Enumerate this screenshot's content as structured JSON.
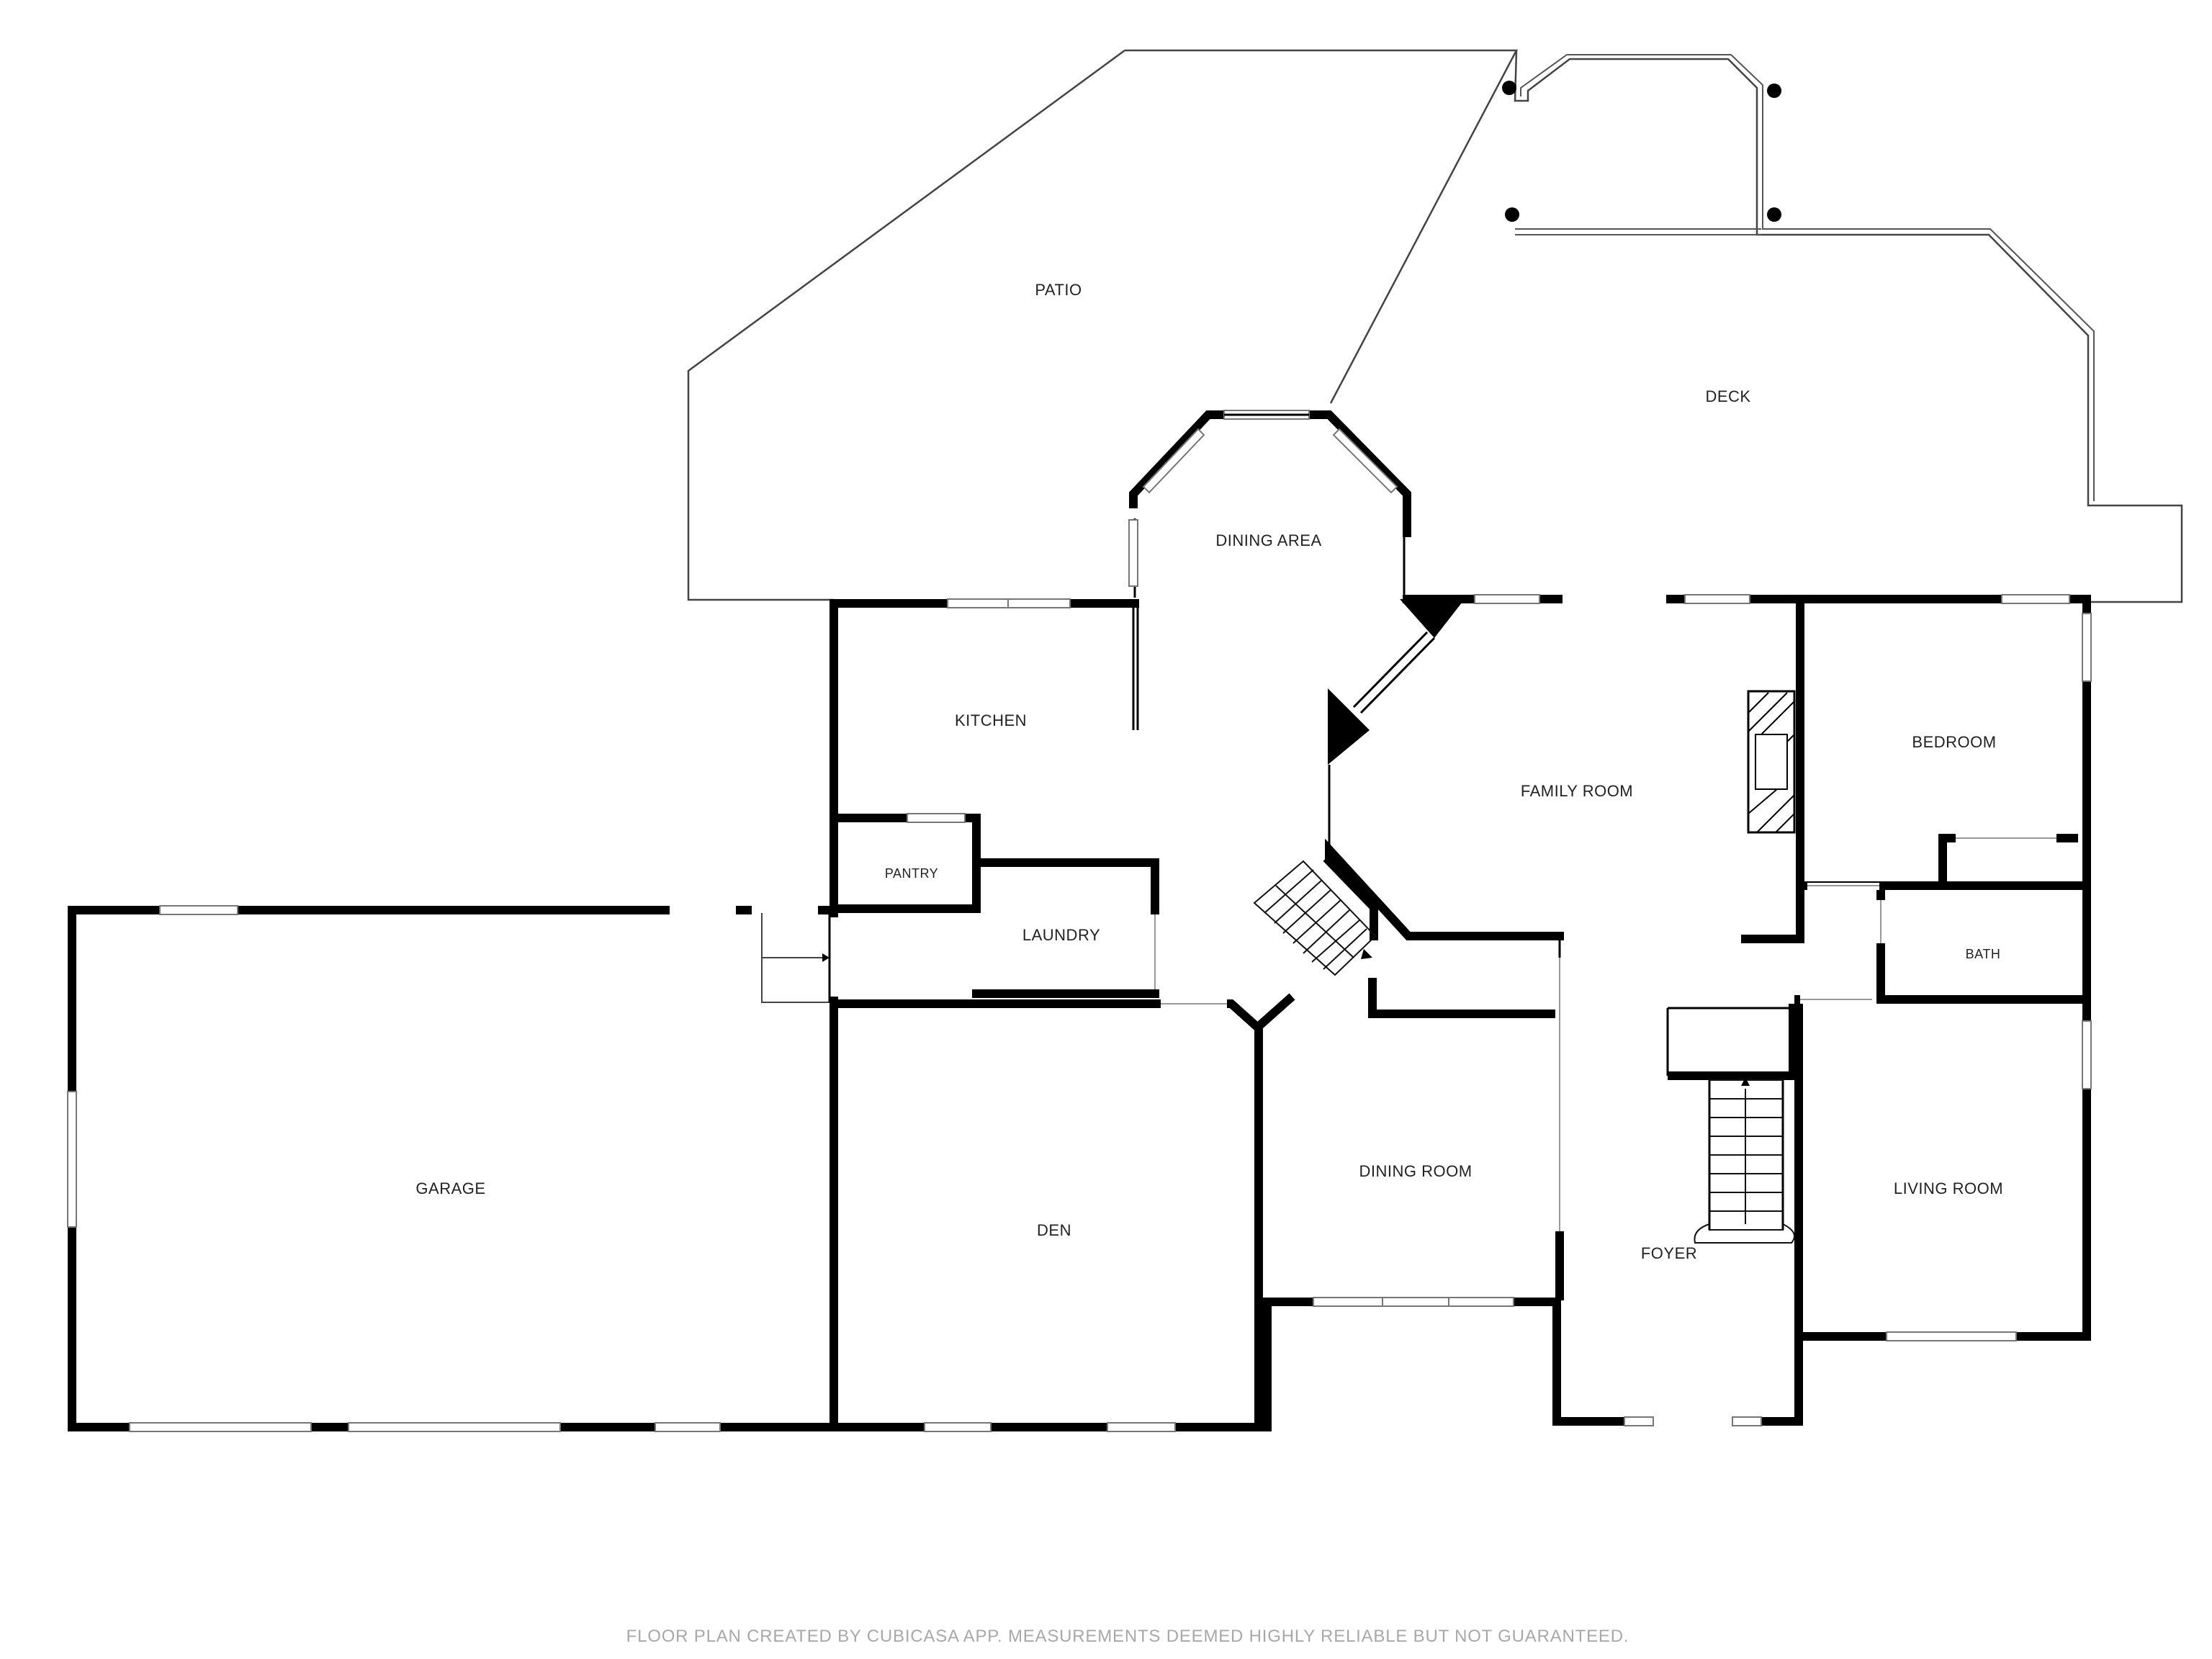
{
  "rooms": {
    "patio": "PATIO",
    "deck": "DECK",
    "dining_area": "DINING AREA",
    "kitchen": "KITCHEN",
    "family_room": "FAMILY ROOM",
    "bedroom": "BEDROOM",
    "pantry": "PANTRY",
    "laundry": "LAUNDRY",
    "bath": "BATH",
    "garage": "GARAGE",
    "den": "DEN",
    "dining_room": "DINING ROOM",
    "living_room": "LIVING ROOM",
    "foyer": "FOYER"
  },
  "footer": {
    "disclaimer": "FLOOR PLAN CREATED BY CUBICASA APP. MEASUREMENTS DEEMED HIGHLY RELIABLE BUT NOT GUARANTEED."
  },
  "colors": {
    "wall": "#000000",
    "background": "#ffffff",
    "footer_text": "#a8a8a8"
  }
}
